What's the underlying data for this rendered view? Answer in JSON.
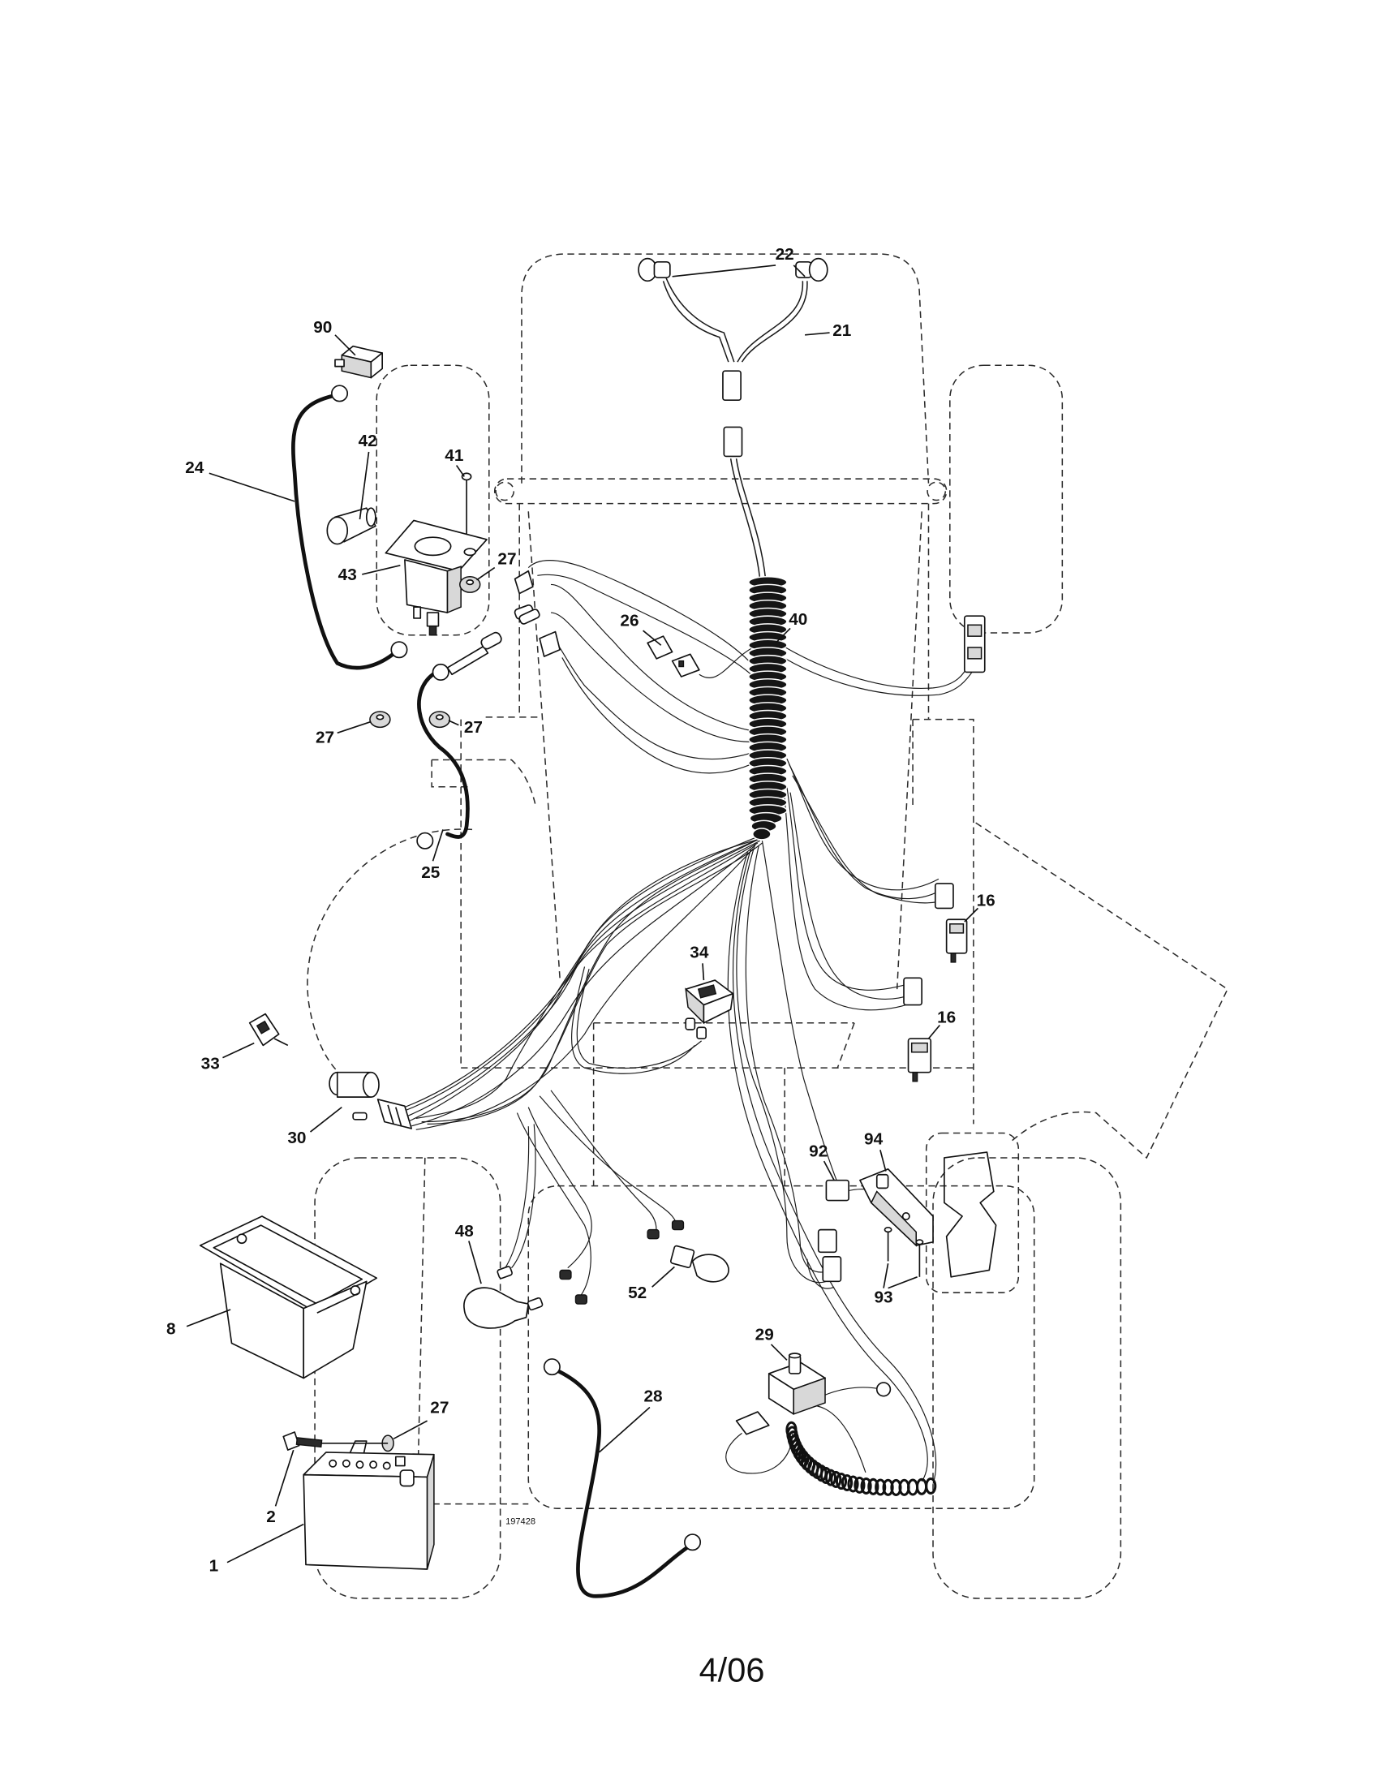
{
  "diagram": {
    "callouts": [
      "22",
      "21",
      "90",
      "42",
      "41",
      "24",
      "43",
      "27",
      "26",
      "40",
      "27",
      "27",
      "25",
      "16",
      "34",
      "16",
      "33",
      "30",
      "92",
      "94",
      "48",
      "52",
      "93",
      "8",
      "29",
      "28",
      "27",
      "2",
      "1"
    ],
    "drawing_number": "197428",
    "page_footer": "4/06"
  }
}
